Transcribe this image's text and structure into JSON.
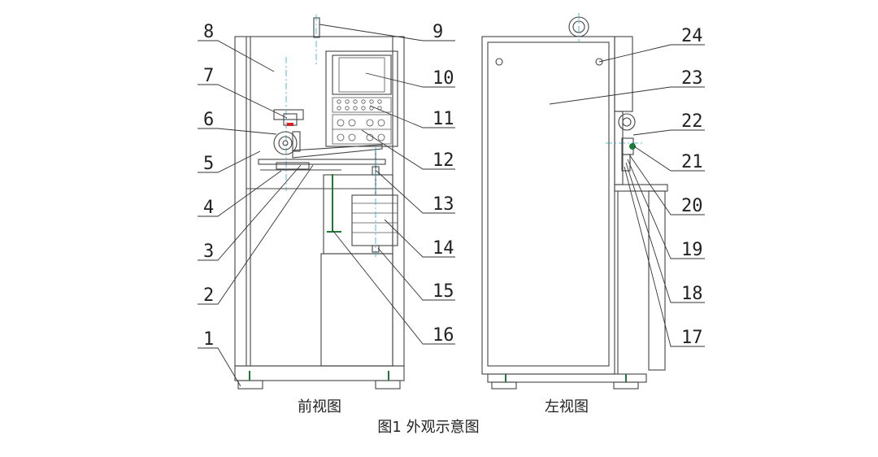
{
  "figure": {
    "front_view_label": "前视图",
    "left_view_label": "左视图",
    "caption": "图1 外观示意图"
  },
  "callouts": [
    "1",
    "2",
    "3",
    "4",
    "5",
    "6",
    "7",
    "8",
    "9",
    "10",
    "11",
    "12",
    "13",
    "14",
    "15",
    "16",
    "17",
    "18",
    "19",
    "20",
    "21",
    "22",
    "23",
    "24"
  ],
  "colors": {
    "line": "#444444",
    "centerline": "#2aa6c7",
    "rod": "#1f7a3a",
    "marker": "#e02020"
  }
}
